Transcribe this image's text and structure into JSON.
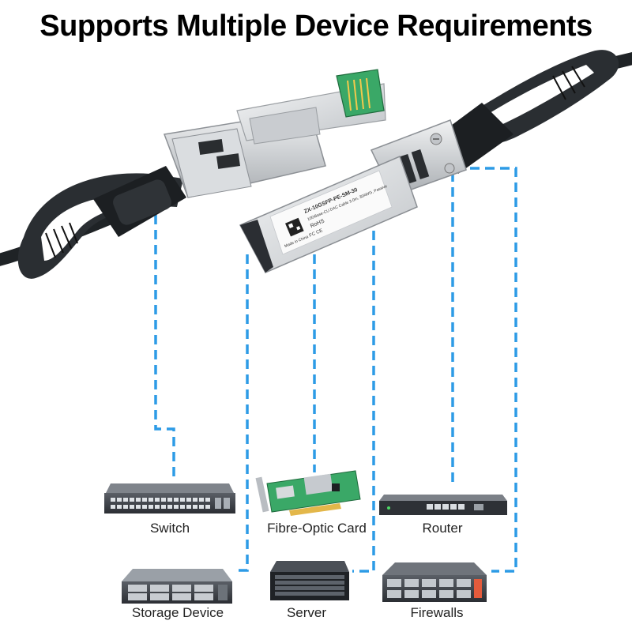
{
  "page_title": "Supports Multiple Device Requirements",
  "module": {
    "model_text": "ZX-10GSFP-PE-SM-30",
    "spec_text": "10GBase-CU DAC Cable 3.0m, 30AWG, Passive",
    "rohs_text": "RoHS",
    "cert_text": "FC CE",
    "origin_text": "Made in China"
  },
  "devices": [
    {
      "name": "switch",
      "label": "Switch",
      "icon": "network-switch-icon"
    },
    {
      "name": "fibre-optic-card",
      "label": "Fibre-Optic Card",
      "icon": "pcie-card-icon"
    },
    {
      "name": "router",
      "label": "Router",
      "icon": "router-icon"
    },
    {
      "name": "storage-device",
      "label": "Storage Device",
      "icon": "storage-array-icon"
    },
    {
      "name": "server",
      "label": "Server",
      "icon": "rack-server-icon"
    },
    {
      "name": "firewalls",
      "label": "Firewalls",
      "icon": "firewall-appliance-icon"
    }
  ],
  "colors": {
    "connector_line": "#2d9be6",
    "cable": "#1f2326",
    "metal": "#d4d7da",
    "pcb_green": "#3aa867"
  }
}
